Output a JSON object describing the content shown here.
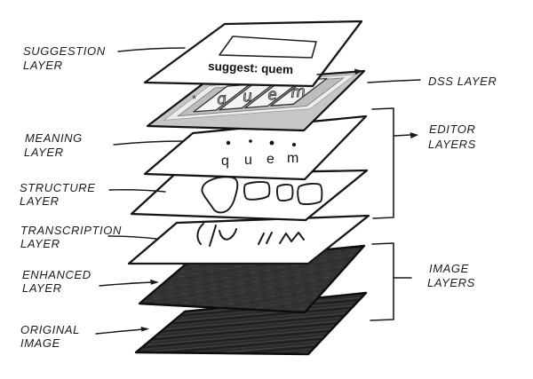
{
  "diagram": {
    "left_labels": [
      {
        "id": "suggestion",
        "line1": "SUGGESTION",
        "line2": "LAYER"
      },
      {
        "id": "meaning",
        "line1": "MEANING",
        "line2": "LAYER"
      },
      {
        "id": "structure",
        "line1": "STRUCTURE",
        "line2": "LAYER"
      },
      {
        "id": "transcription",
        "line1": "TRANSCRIPTION",
        "line2": "LAYER"
      },
      {
        "id": "enhanced",
        "line1": "ENHANCED",
        "line2": "LAYER"
      },
      {
        "id": "original",
        "line1": "ORIGINAL",
        "line2": "IMAGE"
      }
    ],
    "right_labels": [
      {
        "id": "dss",
        "line1": "DSS LAYER",
        "line2": ""
      },
      {
        "id": "editor",
        "line1": "EDITOR",
        "line2": "LAYERS"
      },
      {
        "id": "image",
        "line1": "IMAGE",
        "line2": "LAYERS"
      }
    ],
    "suggestion_layer": {
      "text": "suggest: quem"
    },
    "dss_layer": {
      "marker": "*",
      "letters": [
        "q",
        "u",
        "e",
        "m"
      ]
    },
    "meaning_layer": {
      "letters": [
        "q",
        "u",
        "e",
        "m"
      ]
    },
    "colors": {
      "ink": "#1a1a1a",
      "sheet_white": "#ffffff",
      "dss_gray": "#c6c6c6",
      "dss_band": "#ececec",
      "dss_panel": "#bdbdbd",
      "dss_cell": "#f5f5f5",
      "enhanced_dark": "#333333",
      "original_dark": "#2b2b2b"
    }
  }
}
